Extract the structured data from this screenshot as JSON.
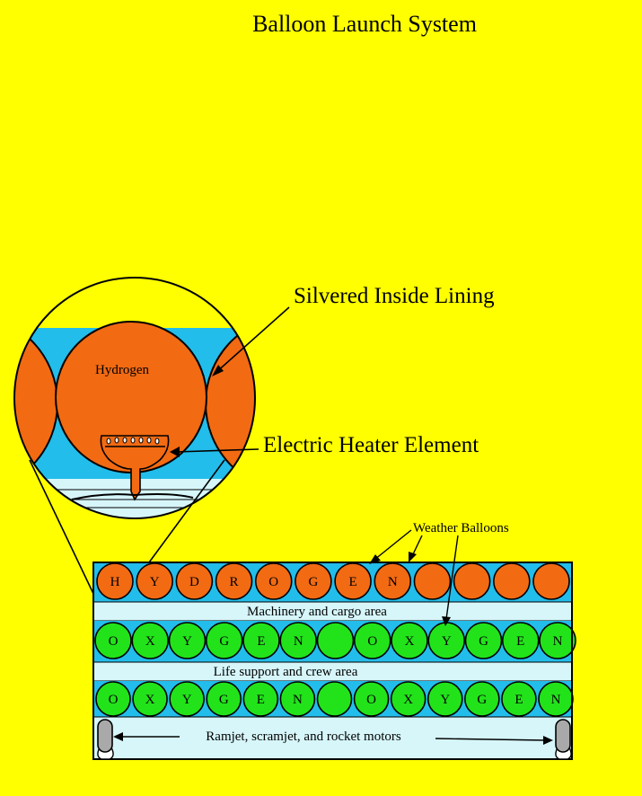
{
  "title": "Balloon Launch System",
  "callouts": {
    "lining": "Silvered Inside Lining",
    "heater": "Electric Heater Element",
    "weather": "Weather Balloons"
  },
  "inset": {
    "gas_label": "Hydrogen"
  },
  "sections": {
    "machinery": "Machinery and cargo area",
    "life_support": "Life support and crew area",
    "motors": "Ramjet, scramjet, and rocket motors"
  },
  "rows": {
    "hydrogen": [
      "H",
      "Y",
      "D",
      "R",
      "O",
      "G",
      "E",
      "N",
      "",
      "",
      "",
      ""
    ],
    "oxygen_upper": [
      "O",
      "X",
      "Y",
      "G",
      "E",
      "N",
      "",
      "O",
      "X",
      "Y",
      "G",
      "E",
      "N"
    ],
    "oxygen_lower": [
      "O",
      "X",
      "Y",
      "G",
      "E",
      "N",
      "",
      "O",
      "X",
      "Y",
      "G",
      "E",
      "N"
    ]
  },
  "colors": {
    "background": "#FFFF00",
    "sky_blue": "#22BDEA",
    "hydrogen_orange": "#F26A12",
    "oxygen_green": "#22E31A",
    "pale_cyan": "#D6F6FA",
    "motor_gray": "#A9A9A9",
    "ink": "#000000"
  }
}
